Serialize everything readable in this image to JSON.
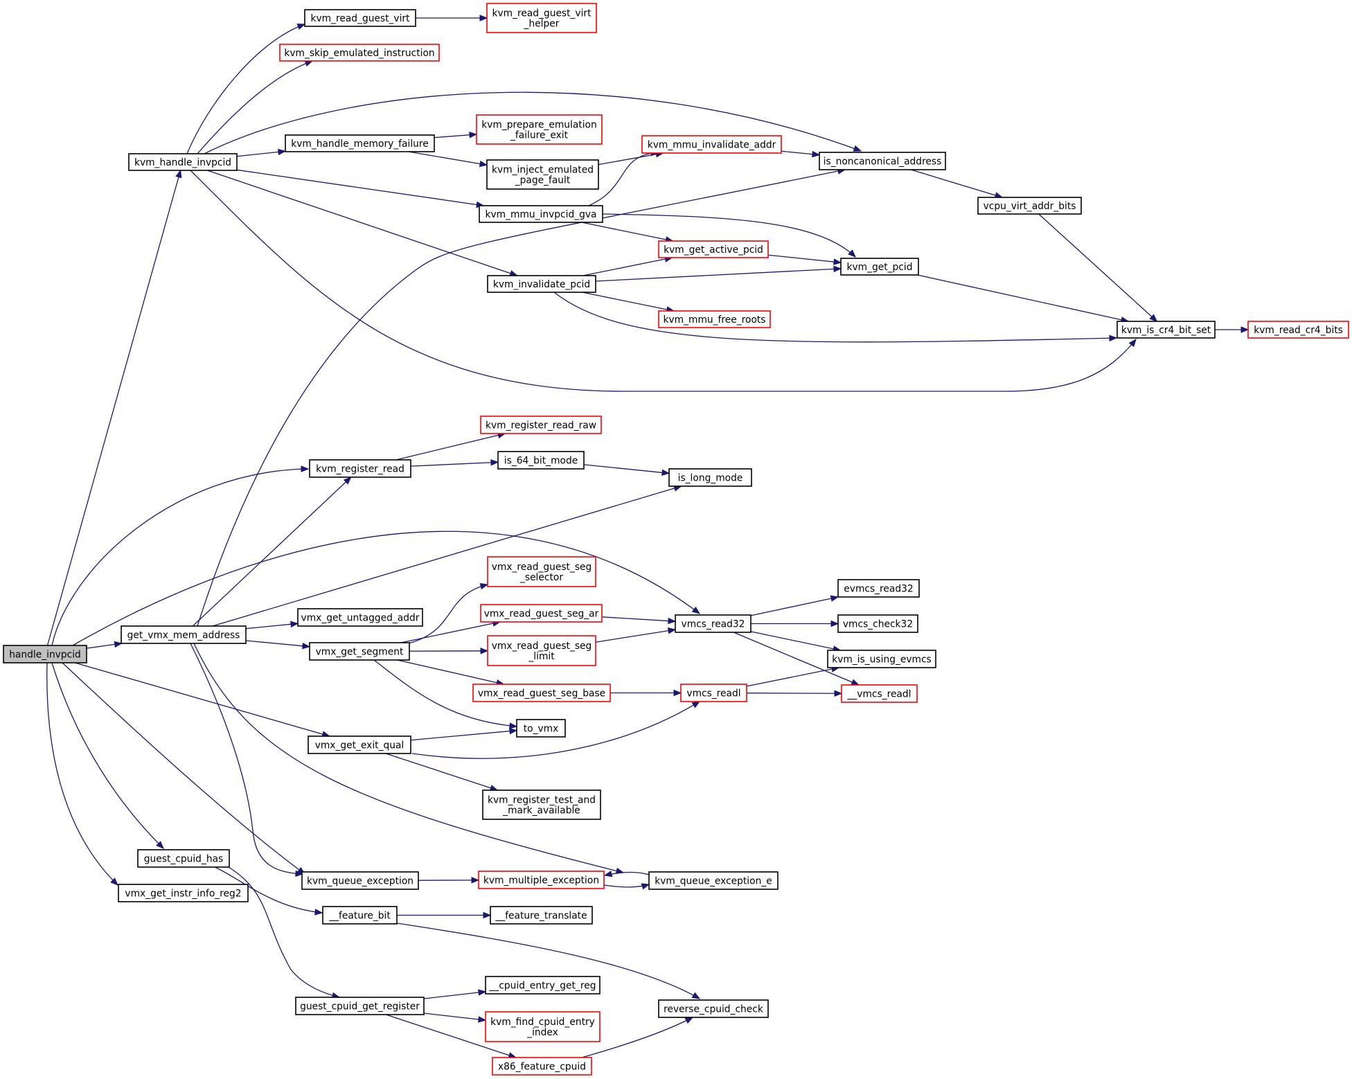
{
  "colors": {
    "edge": "#191970",
    "node_border_normal": "#000000",
    "node_border_truncated": "#ff0000",
    "root_fill": "#bfbfbf"
  },
  "nodes": [
    {
      "id": "handle_invpcid",
      "lines": [
        "handle_invpcid"
      ],
      "kind": "root"
    },
    {
      "id": "kvm_handle_invpcid",
      "lines": [
        "kvm_handle_invpcid"
      ],
      "kind": "normal"
    },
    {
      "id": "get_vmx_mem_address",
      "lines": [
        "get_vmx_mem_address"
      ],
      "kind": "normal"
    },
    {
      "id": "guest_cpuid_has",
      "lines": [
        "guest_cpuid_has"
      ],
      "kind": "normal"
    },
    {
      "id": "vmx_get_instr_info_reg2",
      "lines": [
        "vmx_get_instr_info_reg2"
      ],
      "kind": "normal"
    },
    {
      "id": "kvm_read_guest_virt",
      "lines": [
        "kvm_read_guest_virt"
      ],
      "kind": "normal"
    },
    {
      "id": "kvm_skip_emulated_instruction",
      "lines": [
        "kvm_skip_emulated_instruction"
      ],
      "kind": "truncated"
    },
    {
      "id": "kvm_handle_memory_failure",
      "lines": [
        "kvm_handle_memory_failure"
      ],
      "kind": "normal"
    },
    {
      "id": "kvm_mmu_invpcid_gva",
      "lines": [
        "kvm_mmu_invpcid_gva"
      ],
      "kind": "normal"
    },
    {
      "id": "kvm_invalidate_pcid",
      "lines": [
        "kvm_invalidate_pcid"
      ],
      "kind": "normal"
    },
    {
      "id": "kvm_register_read",
      "lines": [
        "kvm_register_read"
      ],
      "kind": "normal"
    },
    {
      "id": "vmx_get_untagged_addr",
      "lines": [
        "vmx_get_untagged_addr"
      ],
      "kind": "normal"
    },
    {
      "id": "vmx_get_segment",
      "lines": [
        "vmx_get_segment"
      ],
      "kind": "normal"
    },
    {
      "id": "vmx_get_exit_qual",
      "lines": [
        "vmx_get_exit_qual"
      ],
      "kind": "normal"
    },
    {
      "id": "kvm_queue_exception",
      "lines": [
        "kvm_queue_exception"
      ],
      "kind": "normal"
    },
    {
      "id": "__feature_bit",
      "lines": [
        "__feature_bit"
      ],
      "kind": "normal"
    },
    {
      "id": "guest_cpuid_get_register",
      "lines": [
        "guest_cpuid_get_register"
      ],
      "kind": "normal"
    },
    {
      "id": "kvm_read_guest_virt_helper",
      "lines": [
        "kvm_read_guest_virt",
        "_helper"
      ],
      "kind": "truncated"
    },
    {
      "id": "kvm_prepare_emulation_failure_exit",
      "lines": [
        "kvm_prepare_emulation",
        "_failure_exit"
      ],
      "kind": "truncated"
    },
    {
      "id": "kvm_inject_emulated_page_fault",
      "lines": [
        "kvm_inject_emulated",
        "_page_fault"
      ],
      "kind": "normal"
    },
    {
      "id": "kvm_get_active_pcid",
      "lines": [
        "kvm_get_active_pcid"
      ],
      "kind": "truncated"
    },
    {
      "id": "kvm_mmu_free_roots",
      "lines": [
        "kvm_mmu_free_roots"
      ],
      "kind": "truncated"
    },
    {
      "id": "kvm_register_read_raw",
      "lines": [
        "kvm_register_read_raw"
      ],
      "kind": "truncated"
    },
    {
      "id": "is_64_bit_mode",
      "lines": [
        "is_64_bit_mode"
      ],
      "kind": "normal"
    },
    {
      "id": "vmx_read_guest_seg_selector",
      "lines": [
        "vmx_read_guest_seg",
        "_selector"
      ],
      "kind": "truncated"
    },
    {
      "id": "vmx_read_guest_seg_ar",
      "lines": [
        "vmx_read_guest_seg_ar"
      ],
      "kind": "truncated"
    },
    {
      "id": "vmx_read_guest_seg_limit",
      "lines": [
        "vmx_read_guest_seg",
        "_limit"
      ],
      "kind": "truncated"
    },
    {
      "id": "vmx_read_guest_seg_base",
      "lines": [
        "vmx_read_guest_seg_base"
      ],
      "kind": "truncated"
    },
    {
      "id": "to_vmx",
      "lines": [
        "to_vmx"
      ],
      "kind": "normal"
    },
    {
      "id": "kvm_register_test_and_mark_available",
      "lines": [
        "kvm_register_test_and",
        "_mark_available"
      ],
      "kind": "normal"
    },
    {
      "id": "kvm_multiple_exception",
      "lines": [
        "kvm_multiple_exception"
      ],
      "kind": "truncated"
    },
    {
      "id": "__feature_translate",
      "lines": [
        "__feature_translate"
      ],
      "kind": "normal"
    },
    {
      "id": "__cpuid_entry_get_reg",
      "lines": [
        "__cpuid_entry_get_reg"
      ],
      "kind": "normal"
    },
    {
      "id": "kvm_find_cpuid_entry_index",
      "lines": [
        "kvm_find_cpuid_entry",
        "_index"
      ],
      "kind": "truncated"
    },
    {
      "id": "x86_feature_cpuid",
      "lines": [
        "x86_feature_cpuid"
      ],
      "kind": "truncated"
    },
    {
      "id": "kvm_mmu_invalidate_addr",
      "lines": [
        "kvm_mmu_invalidate_addr"
      ],
      "kind": "truncated"
    },
    {
      "id": "kvm_get_pcid",
      "lines": [
        "kvm_get_pcid"
      ],
      "kind": "normal"
    },
    {
      "id": "is_long_mode",
      "lines": [
        "is_long_mode"
      ],
      "kind": "normal"
    },
    {
      "id": "vmcs_read32",
      "lines": [
        "vmcs_read32"
      ],
      "kind": "normal"
    },
    {
      "id": "vmcs_readl",
      "lines": [
        "vmcs_readl"
      ],
      "kind": "truncated"
    },
    {
      "id": "kvm_queue_exception_e",
      "lines": [
        "kvm_queue_exception_e"
      ],
      "kind": "normal"
    },
    {
      "id": "reverse_cpuid_check",
      "lines": [
        "reverse_cpuid_check"
      ],
      "kind": "normal"
    },
    {
      "id": "is_noncanonical_address",
      "lines": [
        "is_noncanonical_address"
      ],
      "kind": "normal"
    },
    {
      "id": "evmcs_read32",
      "lines": [
        "evmcs_read32"
      ],
      "kind": "normal"
    },
    {
      "id": "vmcs_check32",
      "lines": [
        "vmcs_check32"
      ],
      "kind": "normal"
    },
    {
      "id": "kvm_is_using_evmcs",
      "lines": [
        "kvm_is_using_evmcs"
      ],
      "kind": "normal"
    },
    {
      "id": "__vmcs_readl",
      "lines": [
        "__vmcs_readl"
      ],
      "kind": "truncated"
    },
    {
      "id": "vcpu_virt_addr_bits",
      "lines": [
        "vcpu_virt_addr_bits"
      ],
      "kind": "normal"
    },
    {
      "id": "kvm_is_cr4_bit_set",
      "lines": [
        "kvm_is_cr4_bit_set"
      ],
      "kind": "normal"
    },
    {
      "id": "kvm_read_cr4_bits",
      "lines": [
        "kvm_read_cr4_bits"
      ],
      "kind": "truncated"
    }
  ],
  "edges": [
    [
      "handle_invpcid",
      "kvm_handle_invpcid"
    ],
    [
      "handle_invpcid",
      "get_vmx_mem_address"
    ],
    [
      "handle_invpcid",
      "kvm_register_read"
    ],
    [
      "handle_invpcid",
      "vmcs_read32"
    ],
    [
      "handle_invpcid",
      "vmx_get_exit_qual"
    ],
    [
      "handle_invpcid",
      "kvm_queue_exception"
    ],
    [
      "handle_invpcid",
      "guest_cpuid_has"
    ],
    [
      "handle_invpcid",
      "vmx_get_instr_info_reg2"
    ],
    [
      "kvm_handle_invpcid",
      "kvm_read_guest_virt"
    ],
    [
      "kvm_handle_invpcid",
      "kvm_skip_emulated_instruction"
    ],
    [
      "kvm_handle_invpcid",
      "is_noncanonical_address"
    ],
    [
      "kvm_handle_invpcid",
      "kvm_handle_memory_failure"
    ],
    [
      "kvm_handle_invpcid",
      "kvm_mmu_invpcid_gva"
    ],
    [
      "kvm_handle_invpcid",
      "kvm_invalidate_pcid"
    ],
    [
      "kvm_handle_invpcid",
      "kvm_is_cr4_bit_set"
    ],
    [
      "kvm_read_guest_virt",
      "kvm_read_guest_virt_helper"
    ],
    [
      "kvm_handle_memory_failure",
      "kvm_prepare_emulation_failure_exit"
    ],
    [
      "kvm_handle_memory_failure",
      "kvm_inject_emulated_page_fault"
    ],
    [
      "kvm_inject_emulated_page_fault",
      "kvm_mmu_invalidate_addr"
    ],
    [
      "kvm_mmu_invpcid_gva",
      "kvm_mmu_invalidate_addr"
    ],
    [
      "kvm_mmu_invpcid_gva",
      "kvm_get_pcid"
    ],
    [
      "kvm_mmu_invpcid_gva",
      "kvm_get_active_pcid"
    ],
    [
      "kvm_mmu_invalidate_addr",
      "is_noncanonical_address"
    ],
    [
      "kvm_invalidate_pcid",
      "kvm_get_active_pcid"
    ],
    [
      "kvm_invalidate_pcid",
      "kvm_get_pcid"
    ],
    [
      "kvm_invalidate_pcid",
      "kvm_mmu_free_roots"
    ],
    [
      "kvm_invalidate_pcid",
      "kvm_is_cr4_bit_set"
    ],
    [
      "kvm_get_active_pcid",
      "kvm_get_pcid"
    ],
    [
      "kvm_get_pcid",
      "kvm_is_cr4_bit_set"
    ],
    [
      "is_noncanonical_address",
      "vcpu_virt_addr_bits"
    ],
    [
      "vcpu_virt_addr_bits",
      "kvm_is_cr4_bit_set"
    ],
    [
      "kvm_is_cr4_bit_set",
      "kvm_read_cr4_bits"
    ],
    [
      "get_vmx_mem_address",
      "is_noncanonical_address"
    ],
    [
      "get_vmx_mem_address",
      "kvm_register_read"
    ],
    [
      "get_vmx_mem_address",
      "is_long_mode"
    ],
    [
      "get_vmx_mem_address",
      "vmx_get_untagged_addr"
    ],
    [
      "get_vmx_mem_address",
      "vmx_get_segment"
    ],
    [
      "get_vmx_mem_address",
      "kvm_queue_exception"
    ],
    [
      "get_vmx_mem_address",
      "kvm_queue_exception_e"
    ],
    [
      "kvm_register_read",
      "kvm_register_read_raw"
    ],
    [
      "kvm_register_read",
      "is_64_bit_mode"
    ],
    [
      "is_64_bit_mode",
      "is_long_mode"
    ],
    [
      "vmx_get_segment",
      "vmx_read_guest_seg_selector"
    ],
    [
      "vmx_get_segment",
      "vmx_read_guest_seg_ar"
    ],
    [
      "vmx_get_segment",
      "vmx_read_guest_seg_limit"
    ],
    [
      "vmx_get_segment",
      "vmx_read_guest_seg_base"
    ],
    [
      "vmx_get_segment",
      "to_vmx"
    ],
    [
      "vmx_read_guest_seg_ar",
      "vmcs_read32"
    ],
    [
      "vmx_read_guest_seg_limit",
      "vmcs_read32"
    ],
    [
      "vmx_read_guest_seg_base",
      "vmcs_readl"
    ],
    [
      "vmcs_read32",
      "evmcs_read32"
    ],
    [
      "vmcs_read32",
      "vmcs_check32"
    ],
    [
      "vmcs_read32",
      "kvm_is_using_evmcs"
    ],
    [
      "vmcs_read32",
      "__vmcs_readl"
    ],
    [
      "vmcs_readl",
      "kvm_is_using_evmcs"
    ],
    [
      "vmcs_readl",
      "__vmcs_readl"
    ],
    [
      "vmx_get_exit_qual",
      "to_vmx"
    ],
    [
      "vmx_get_exit_qual",
      "vmcs_readl"
    ],
    [
      "vmx_get_exit_qual",
      "kvm_register_test_and_mark_available"
    ],
    [
      "kvm_queue_exception",
      "kvm_multiple_exception"
    ],
    [
      "kvm_multiple_exception",
      "kvm_queue_exception_e"
    ],
    [
      "kvm_queue_exception_e",
      "kvm_multiple_exception"
    ],
    [
      "guest_cpuid_has",
      "__feature_bit"
    ],
    [
      "guest_cpuid_has",
      "guest_cpuid_get_register"
    ],
    [
      "__feature_bit",
      "__feature_translate"
    ],
    [
      "__feature_bit",
      "reverse_cpuid_check"
    ],
    [
      "guest_cpuid_get_register",
      "__cpuid_entry_get_reg"
    ],
    [
      "guest_cpuid_get_register",
      "kvm_find_cpuid_entry_index"
    ],
    [
      "guest_cpuid_get_register",
      "x86_feature_cpuid"
    ],
    [
      "x86_feature_cpuid",
      "reverse_cpuid_check"
    ]
  ]
}
